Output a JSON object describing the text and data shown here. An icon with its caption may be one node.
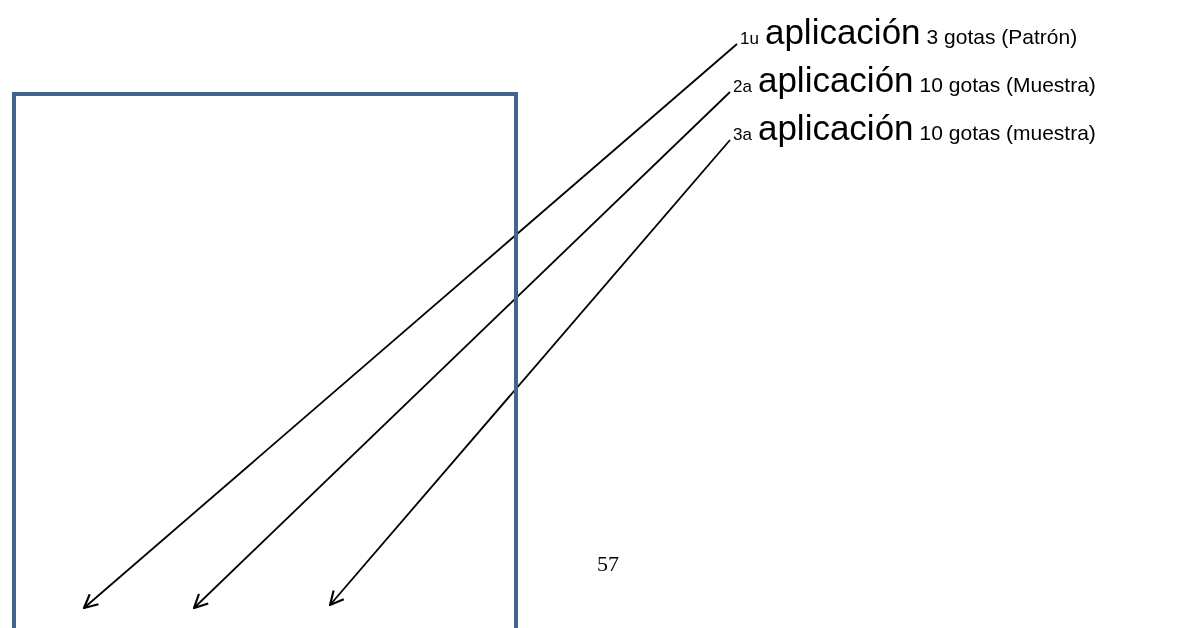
{
  "diagram": {
    "nodes": [
      {
        "text": [],
        "shape": "box"
      },
      {
        "text": [
          "1u",
          "aplicación",
          "3 gotas (Patrón)"
        ]
      },
      {
        "text": [
          "2a",
          "aplicación",
          "10 gotas (Muestra)"
        ]
      },
      {
        "text": [
          "3a",
          "aplicación",
          "10 gotas (muestra)"
        ]
      }
    ],
    "edges": [
      {
        "from": 1,
        "to": 0,
        "arrow": "to"
      },
      {
        "from": 2,
        "to": 0,
        "arrow": "to"
      },
      {
        "from": 3,
        "to": 0,
        "arrow": "to"
      }
    ],
    "labels": [
      "57"
    ]
  }
}
